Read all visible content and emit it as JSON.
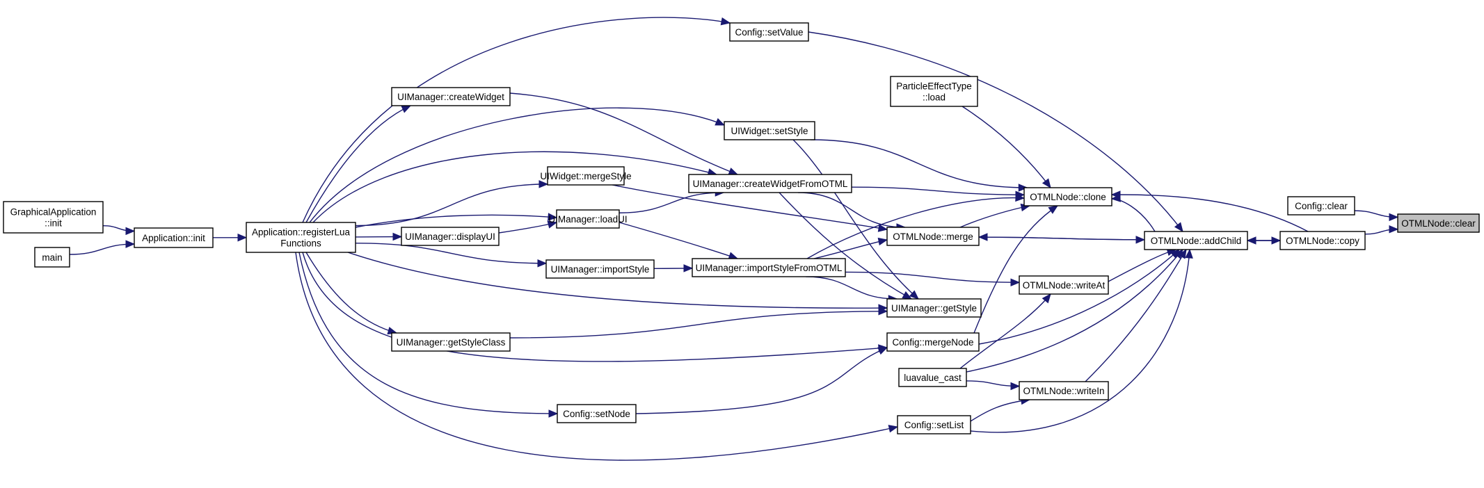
{
  "graph": {
    "focus_node": "OTMLNode::clear",
    "colors": {
      "edge": "#191970",
      "node_border": "#000000",
      "node_fill": "#ffffff",
      "focus_fill": "#bfbfbf"
    },
    "nodes": {
      "graphical_application_init": [
        "GraphicalApplication",
        "::init"
      ],
      "main": [
        "main"
      ],
      "application_init": [
        "Application::init"
      ],
      "register_lua_functions": [
        "Application::registerLua",
        "Functions"
      ],
      "ui_create_widget": [
        "UIManager::createWidget"
      ],
      "ui_widget_merge_style": [
        "UIWidget::mergeStyle"
      ],
      "ui_load_ui": [
        "UIManager::loadUI"
      ],
      "ui_display_ui": [
        "UIManager::displayUI"
      ],
      "ui_import_style": [
        "UIManager::importStyle"
      ],
      "ui_get_style_class": [
        "UIManager::getStyleClass"
      ],
      "config_set_node": [
        "Config::setNode"
      ],
      "config_set_value": [
        "Config::setValue"
      ],
      "ui_widget_set_style": [
        "UIWidget::setStyle"
      ],
      "ui_create_widget_from_otml": [
        "UIManager::createWidgetFromOTML"
      ],
      "ui_import_style_from_otml": [
        "UIManager::importStyleFromOTML"
      ],
      "particle_effect_type_load": [
        "ParticleEffectType",
        "::load"
      ],
      "otml_merge": [
        "OTMLNode::merge"
      ],
      "ui_get_style": [
        "UIManager::getStyle"
      ],
      "config_merge_node": [
        "Config::mergeNode"
      ],
      "luavalue_cast": [
        "luavalue_cast"
      ],
      "config_set_list": [
        "Config::setList"
      ],
      "otml_clone": [
        "OTMLNode::clone"
      ],
      "otml_write_at": [
        "OTMLNode::writeAt"
      ],
      "otml_write_in": [
        "OTMLNode::writeIn"
      ],
      "otml_add_child": [
        "OTMLNode::addChild"
      ],
      "config_clear": [
        "Config::clear"
      ],
      "otml_copy": [
        "OTMLNode::copy"
      ],
      "otml_clear": [
        "OTMLNode::clear"
      ]
    },
    "edges": [
      [
        "graphical_application_init",
        "application_init"
      ],
      [
        "main",
        "application_init"
      ],
      [
        "application_init",
        "register_lua_functions"
      ],
      [
        "register_lua_functions",
        "ui_create_widget"
      ],
      [
        "register_lua_functions",
        "ui_widget_merge_style"
      ],
      [
        "register_lua_functions",
        "ui_load_ui"
      ],
      [
        "register_lua_functions",
        "ui_display_ui"
      ],
      [
        "register_lua_functions",
        "ui_import_style"
      ],
      [
        "register_lua_functions",
        "ui_get_style_class"
      ],
      [
        "register_lua_functions",
        "config_set_node"
      ],
      [
        "register_lua_functions",
        "config_set_value"
      ],
      [
        "register_lua_functions",
        "ui_widget_set_style"
      ],
      [
        "register_lua_functions",
        "ui_create_widget_from_otml"
      ],
      [
        "register_lua_functions",
        "ui_get_style"
      ],
      [
        "register_lua_functions",
        "config_merge_node"
      ],
      [
        "register_lua_functions",
        "config_set_list"
      ],
      [
        "ui_display_ui",
        "ui_load_ui"
      ],
      [
        "ui_load_ui",
        "ui_create_widget_from_otml"
      ],
      [
        "ui_load_ui",
        "ui_import_style_from_otml"
      ],
      [
        "ui_create_widget",
        "ui_create_widget_from_otml"
      ],
      [
        "ui_import_style",
        "ui_import_style_from_otml"
      ],
      [
        "ui_get_style_class",
        "ui_get_style"
      ],
      [
        "ui_widget_merge_style",
        "otml_merge"
      ],
      [
        "ui_widget_set_style",
        "otml_clone"
      ],
      [
        "ui_widget_set_style",
        "ui_get_style"
      ],
      [
        "ui_create_widget_from_otml",
        "otml_clone"
      ],
      [
        "ui_create_widget_from_otml",
        "otml_merge"
      ],
      [
        "ui_create_widget_from_otml",
        "ui_get_style"
      ],
      [
        "ui_import_style_from_otml",
        "otml_clone"
      ],
      [
        "ui_import_style_from_otml",
        "otml_merge"
      ],
      [
        "ui_import_style_from_otml",
        "ui_get_style"
      ],
      [
        "ui_import_style_from_otml",
        "otml_write_at"
      ],
      [
        "particle_effect_type_load",
        "otml_clone"
      ],
      [
        "config_set_node",
        "config_merge_node"
      ],
      [
        "config_set_value",
        "otml_add_child"
      ],
      [
        "config_merge_node",
        "otml_clone"
      ],
      [
        "config_merge_node",
        "otml_add_child"
      ],
      [
        "config_set_list",
        "otml_write_in"
      ],
      [
        "config_set_list",
        "otml_add_child"
      ],
      [
        "luavalue_cast",
        "otml_write_at"
      ],
      [
        "luavalue_cast",
        "otml_write_in"
      ],
      [
        "luavalue_cast",
        "otml_add_child"
      ],
      [
        "otml_merge",
        "otml_clone"
      ],
      [
        "otml_merge",
        "otml_add_child"
      ],
      [
        "otml_write_at",
        "otml_add_child"
      ],
      [
        "otml_write_in",
        "otml_add_child"
      ],
      [
        "otml_add_child",
        "otml_clone"
      ],
      [
        "otml_add_child",
        "otml_merge"
      ],
      [
        "otml_add_child",
        "otml_copy"
      ],
      [
        "otml_copy",
        "otml_clone"
      ],
      [
        "otml_copy",
        "otml_add_child"
      ],
      [
        "otml_copy",
        "otml_clear"
      ],
      [
        "config_clear",
        "otml_clear"
      ]
    ]
  }
}
